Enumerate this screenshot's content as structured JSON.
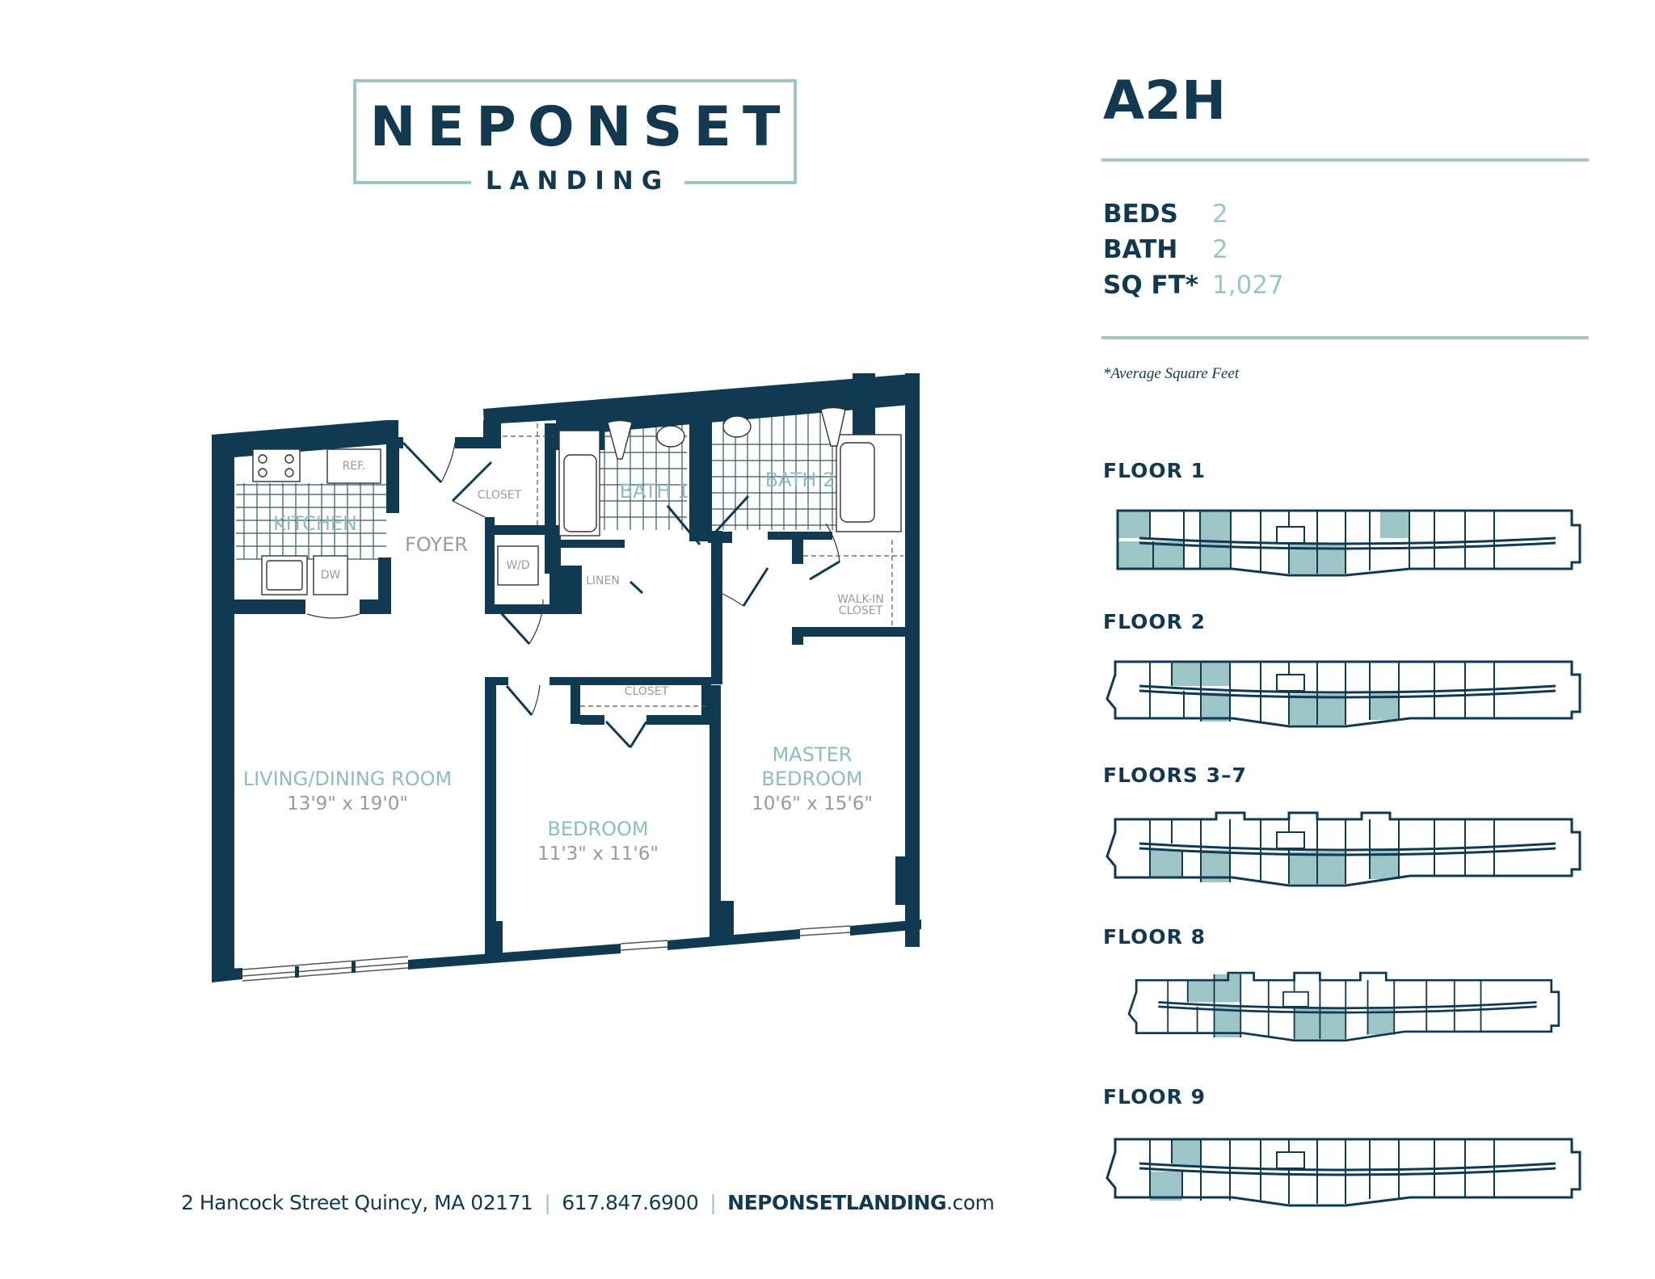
{
  "logo": {
    "title": "NEPONSET",
    "subtitle": "LANDING"
  },
  "unit": {
    "name": "A2H",
    "specs": [
      {
        "label": "BEDS",
        "value": "2"
      },
      {
        "label": "BATH",
        "value": "2"
      },
      {
        "label": "SQ FT*",
        "value": "1,027"
      }
    ],
    "footnote": "*Average Square Feet"
  },
  "floor_plan": {
    "rooms": [
      {
        "name": "KITCHEN",
        "dims": ""
      },
      {
        "name": "FOYER",
        "dims": ""
      },
      {
        "name": "BATH 1",
        "dims": ""
      },
      {
        "name": "BATH 2",
        "dims": ""
      },
      {
        "name": "LIVING/DINING ROOM",
        "dims": "13'9\" x 19'0\""
      },
      {
        "name": "BEDROOM",
        "dims": "11'3\" x 11'6\""
      },
      {
        "name": "MASTER",
        "name2": "BEDROOM",
        "dims": "10'6\" x 15'6\""
      }
    ],
    "fixtures": {
      "ref": "REF.",
      "dw": "DW",
      "wd": "W/D",
      "linen": "LINEN",
      "closet_foyer": "CLOSET",
      "closet_bedroom": "CLOSET",
      "walkin_1": "WALK-IN",
      "walkin_2": "CLOSET"
    }
  },
  "key_plans": [
    {
      "label": "FLOOR 1"
    },
    {
      "label": "FLOOR 2"
    },
    {
      "label": "FLOORS 3–7"
    },
    {
      "label": "FLOOR 8"
    },
    {
      "label": "FLOOR 9"
    }
  ],
  "footer": {
    "address": "2 Hancock Street Quincy, MA 02171",
    "phone": "617.847.6900",
    "website_bold": "NEPONSETLANDING",
    "website_suffix": ".com",
    "separator": "|"
  },
  "colors": {
    "navy": "#0f3a52",
    "teal_accent": "#9ec5c5",
    "highlight_fill": "#9ec5c5"
  }
}
